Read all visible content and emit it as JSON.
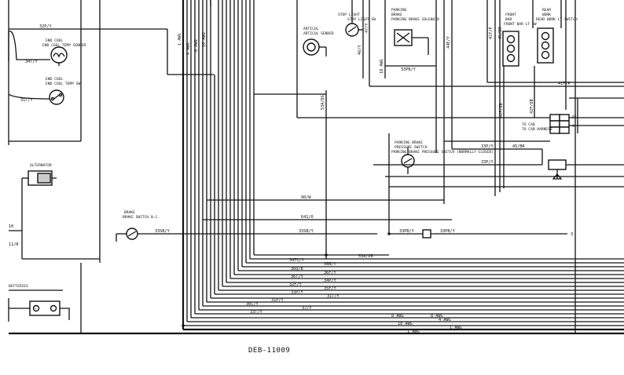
{
  "diagram": {
    "footer_code": "DEB-11009",
    "components": {
      "end_cool_temp_sender": "END COOL TEMP SENDER",
      "end_cool_temp_sw": "END COOL TEMP SW",
      "alternator": "ALTERNATOR",
      "batteries": "BATTERIES",
      "brake_switch": "BRAKE SWITCH N.C.",
      "artic_sender": "ARTICUL SENDER",
      "stop_light_sw": "STOP LIGHT SW",
      "parking_brake_solenoid": "PARKING BRAKE SOLENOID",
      "parking_brake_pressure_switch": "PARKING BRAKE PRESSURE SWITCH (NORMALLY CLOSED)",
      "front_bar_lt_sw": "FRONT BAR LT SW",
      "rear_work_lt_switch": "REAR WORK LT SWITCH",
      "to_cab_harness": "TO CAB HARNESS"
    },
    "wire_labels": {
      "w32p": "32P/Y",
      "w34t": "34T/Y",
      "w31t_left": "31T/Y",
      "w11r": "11/R",
      "w33sb_left": "33SB/Y",
      "w33sb_mid": "33SB/Y",
      "w1awg_a": "1 AWG",
      "w4awg_a": "4 AWG",
      "w8awg_a": "8 AWG",
      "w10awg_a": "10 AWG",
      "w53a": "53A/DG",
      "w90": "90/W",
      "w641": "641/O",
      "w47": "47/Y",
      "w46": "46/Y",
      "w10awg_b": "10 AWG",
      "w33pb_top": "33PB/Y",
      "w44e": "44E/Y",
      "w41t_top": "41T/P",
      "w45br": "45/BR",
      "w41t_right": "41T/P",
      "w42f": "42F/DB",
      "w42f2": "42F/DB",
      "w33p": "33P/Y",
      "w45br_b": "45/BR",
      "w33p_b": "33P/Y",
      "w33pb_a": "33PB/Y",
      "w33pb_b": "33PB/Y",
      "w53a_b": "53A/DB",
      "w34tc": "34TC/Y",
      "w36b": "36B/Y",
      "w36q": "36Q/B",
      "w36f": "36F/Y",
      "w36t": "36T/Y",
      "w34p": "34P/Y",
      "w32f": "32F/Y",
      "w35f": "35F/Y",
      "w33p_c": "33P/Y",
      "w31t": "31T/Y",
      "w31p": "31P/Y",
      "w30c": "30C/Y",
      "w37": "37/Y",
      "w33": "33T/Y",
      "b8awg": "8 AWG",
      "b8awg2": "8 AWG",
      "b10awg": "10 AWG",
      "b4awg": "4 AWG",
      "b1awg": "1 AWG",
      "b1awg2": "1 AWG",
      "r45": "45",
      "r4": "4"
    }
  }
}
